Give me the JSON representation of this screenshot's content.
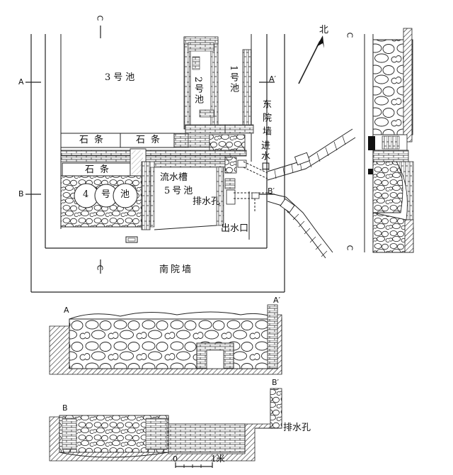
{
  "plan": {
    "pool_1": "1号池",
    "pool_2": "2号池",
    "pool_3": "3号池",
    "pool_4_num": "4",
    "pool_4_char": "号",
    "pool_4_suffix": "池",
    "pool_5": "5号池",
    "stone_strip_1": "石条",
    "stone_strip_2": "石条",
    "stone_strip_3": "石条",
    "channel": "流水槽",
    "drain_hole": "排水孔",
    "outlet": "出水口",
    "inlet": "进水口",
    "east_wall": "东院墙",
    "south_wall": "南院墙",
    "north": "北"
  },
  "section_marks": {
    "a": "A",
    "a_prime": "A′",
    "b": "B",
    "b_prime": "B′",
    "c_top": "C",
    "c_bottom": "C",
    "c_right_top": "C",
    "c_right_bottom": "C"
  },
  "profile_a": {
    "start": "A",
    "end": "A′"
  },
  "profile_b": {
    "start": "B",
    "end": "B′",
    "drain_hole": "排水孔"
  },
  "scale": {
    "zero": "0",
    "one": "1米"
  }
}
